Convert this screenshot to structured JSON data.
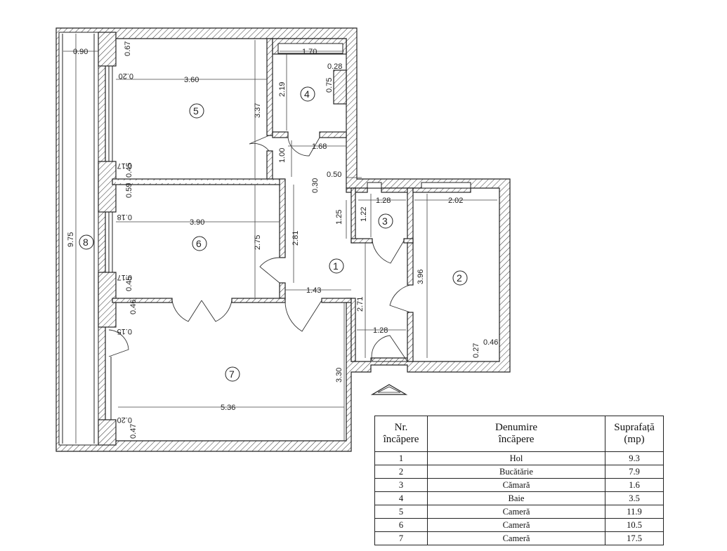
{
  "rooms": [
    {
      "id": "1",
      "label": "1"
    },
    {
      "id": "2",
      "label": "2"
    },
    {
      "id": "3",
      "label": "3"
    },
    {
      "id": "4",
      "label": "4"
    },
    {
      "id": "5",
      "label": "5"
    },
    {
      "id": "6",
      "label": "6"
    },
    {
      "id": "7",
      "label": "7"
    },
    {
      "id": "8",
      "label": "8"
    }
  ],
  "dimensions": {
    "d090": "0.90",
    "d067": "0.67",
    "d020a": "0.20",
    "d360": "3.60",
    "d337": "3.37",
    "d170": "1.70",
    "d028": "0.28",
    "d075": "0.75",
    "d219": "2.19",
    "d100": "1.00",
    "d168": "1.68",
    "d050": "0.50",
    "d030": "0.30",
    "d017a": "0.17",
    "d045a": "0.45",
    "d059": "0.59",
    "d018": "0.18",
    "d390": "3.90",
    "d275": "2.75",
    "d281": "2.81",
    "d125": "1.25",
    "d122": "1.22",
    "d128a": "1.28",
    "d202": "2.02",
    "d396": "3.96",
    "d017b": "0.17",
    "d045b": "0.45",
    "d143": "1.43",
    "d046a": "0.46",
    "d015": "0.15",
    "d271": "2.71",
    "d128b": "1.28",
    "d027": "0.27",
    "d046b": "0.46",
    "d975": "9.75",
    "d330": "3.30",
    "d536": "5.36",
    "d020b": "0.20",
    "d047": "0.47"
  },
  "table": {
    "headers": {
      "nr_line1": "Nr.",
      "nr_line2": "încăpere",
      "name_line1": "Denumire",
      "name_line2": "încăpere",
      "area_line1": "Suprafață",
      "area_line2": "(mp)"
    },
    "rows": [
      {
        "nr": "1",
        "name": "Hol",
        "area": "9.3"
      },
      {
        "nr": "2",
        "name": "Bucătărie",
        "area": "7.9"
      },
      {
        "nr": "3",
        "name": "Cămară",
        "area": "1.6"
      },
      {
        "nr": "4",
        "name": "Baie",
        "area": "3.5"
      },
      {
        "nr": "5",
        "name": "Cameră",
        "area": "11.9"
      },
      {
        "nr": "6",
        "name": "Cameră",
        "area": "10.5"
      },
      {
        "nr": "7",
        "name": "Cameră",
        "area": "17.5"
      }
    ]
  }
}
